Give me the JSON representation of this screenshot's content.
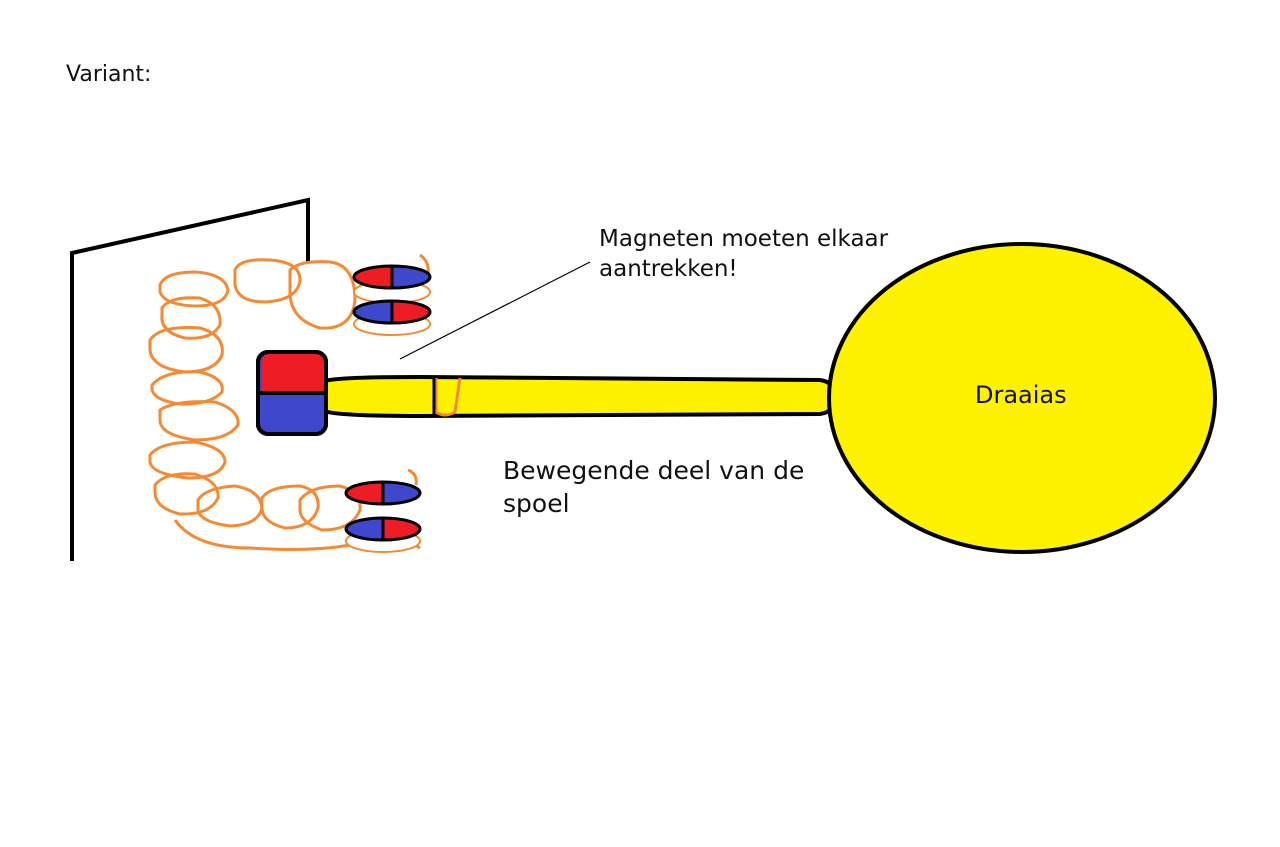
{
  "title": "Variant:",
  "labels": {
    "magnets": [
      "Magneten moeten elkaar",
      "aantrekken!"
    ],
    "moving_part": [
      "Bewegende deel van de",
      "spoel"
    ],
    "axis": "Draaias"
  },
  "colors": {
    "line": "#000000",
    "coil": "#f58a33",
    "magnet_red": "#ee1c24",
    "magnet_blue": "#3f48cc",
    "arm": "#fff200"
  }
}
